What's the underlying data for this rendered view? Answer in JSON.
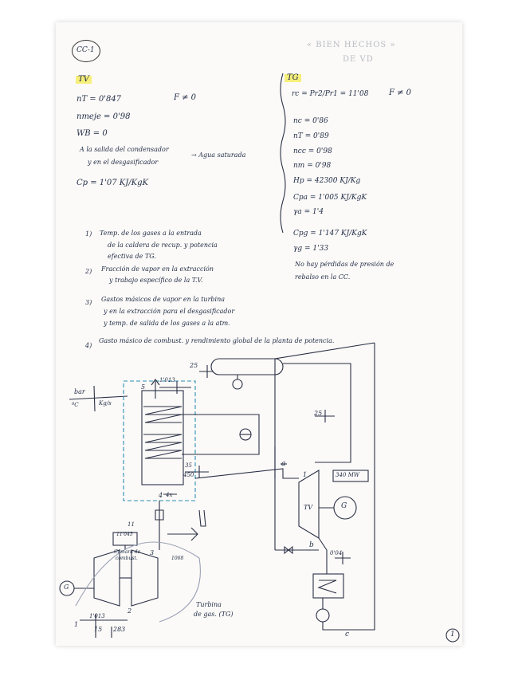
{
  "header": {
    "code": "CC-1",
    "note_line1": "« BIEN HECHOS »",
    "note_line2": "DE VD"
  },
  "tv": {
    "title": "TV",
    "lines": [
      "nT = 0'847",
      "nmeje = 0'98",
      "WB = 0",
      "A la salida del condensador",
      "y en el desgasificador",
      "Cp = 1'07 KJ/KgK"
    ],
    "f_note": "F ≠ 0",
    "agua": "→ Agua saturada"
  },
  "tg": {
    "title": "TG",
    "rc": "rc = Pr2/Pr1 = 11'08",
    "f_note": "F ≠ 0",
    "lines": [
      "nc = 0'86",
      "nT = 0'89",
      "ncc = 0'98",
      "nm = 0'98",
      "Hp = 42300 KJ/Kg",
      "Cpa = 1'005 KJ/KgK",
      "γa = 1'4",
      "Cpg = 1'147 KJ/KgK",
      "γg = 1'33"
    ],
    "note1": "No hay pérdidas de presión de",
    "note2": "rebalso en la CC."
  },
  "questions": [
    {
      "n": "1)",
      "l1": "Temp. de los gases a la entrada",
      "l2": "de la caldera de recup. y potencia",
      "l3": "efectiva de TG."
    },
    {
      "n": "2)",
      "l1": "Fracción de vapor en la extracción",
      "l2": "y trabajo específico de la T.V.",
      "l3": ""
    },
    {
      "n": "3)",
      "l1": "Gastos másicos de vapor en la turbina",
      "l2": "y en la extracción para el desgasificador",
      "l3": "y temp. de salida de los gases a la atm."
    },
    {
      "n": "4)",
      "l1": "Gasto másico de combust. y rendimiento global de la planta de potencia.",
      "l2": "",
      "l3": ""
    }
  ],
  "diagram": {
    "legend_top": "bar",
    "legend_bl": "ºC",
    "legend_br": "Kg/s",
    "labels": {
      "p25_top": "25",
      "p25_right": "25",
      "p5": "5",
      "p1013_top": "1'013",
      "p35": "35",
      "p450": "450",
      "p4": "4",
      "p4x": "4x",
      "p11": "11",
      "p11045": "11'045",
      "p3": "3",
      "p1068": "1068",
      "p1": "1",
      "p1013_bot": "1'013",
      "p15": "15",
      "p283": "283",
      "p2": "2",
      "cc_label1": "Cámara de",
      "cc_label2": "combust.",
      "g_left": "G",
      "turbina1": "Turbina",
      "turbina2": "de gas. (TG)",
      "pa": "a",
      "pb": "b",
      "pc": "c",
      "p1_tv": "1",
      "power": "340 MW",
      "tv": "TV",
      "g_right": "G",
      "p004": "0'04"
    }
  },
  "page_number": "1"
}
